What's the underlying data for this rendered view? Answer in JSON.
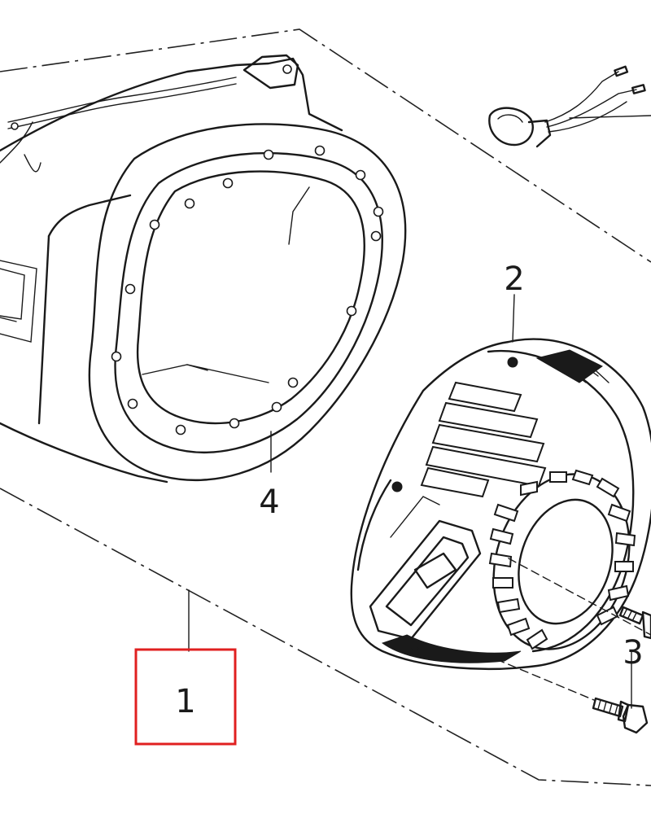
{
  "callouts": {
    "part_1": "1",
    "part_2": "2",
    "part_3": "3",
    "part_4": "4"
  },
  "highlight": {
    "target_part": "1",
    "color": "#e02020"
  },
  "colors": {
    "line": "#1a1a1a",
    "background": "#ffffff"
  },
  "icons": {
    "fan_cover": "fan-cover-shroud-icon",
    "recoil_starter": "recoil-starter-icon",
    "bolt": "flange-bolt-icon",
    "switch": "oil-alert-switch-icon"
  }
}
